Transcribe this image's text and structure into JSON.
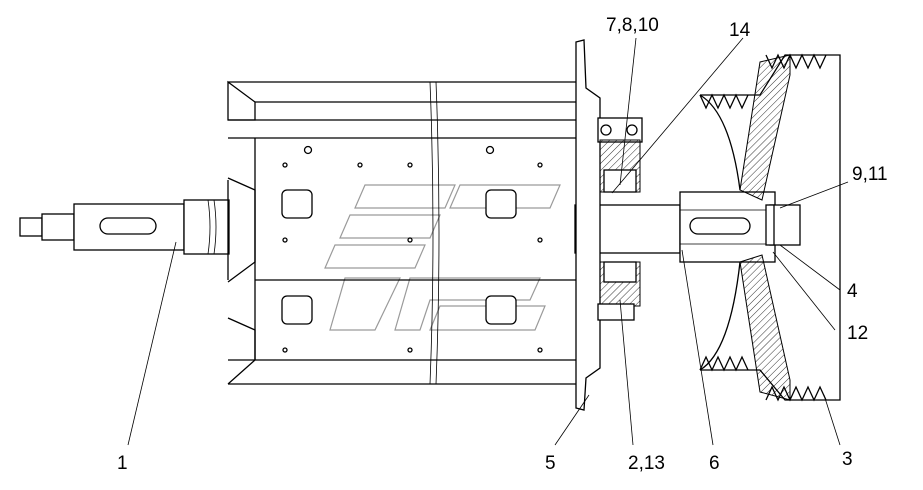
{
  "callouts": [
    {
      "id": "1",
      "text": "1"
    },
    {
      "id": "5",
      "text": "5"
    },
    {
      "id": "2-13",
      "text": "2,13"
    },
    {
      "id": "6",
      "text": "6"
    },
    {
      "id": "3",
      "text": "3"
    },
    {
      "id": "7-8-10",
      "text": "7,8,10"
    },
    {
      "id": "14",
      "text": "14"
    },
    {
      "id": "9-11",
      "text": "9,11"
    },
    {
      "id": "4",
      "text": "4"
    },
    {
      "id": "12",
      "text": "12"
    }
  ]
}
